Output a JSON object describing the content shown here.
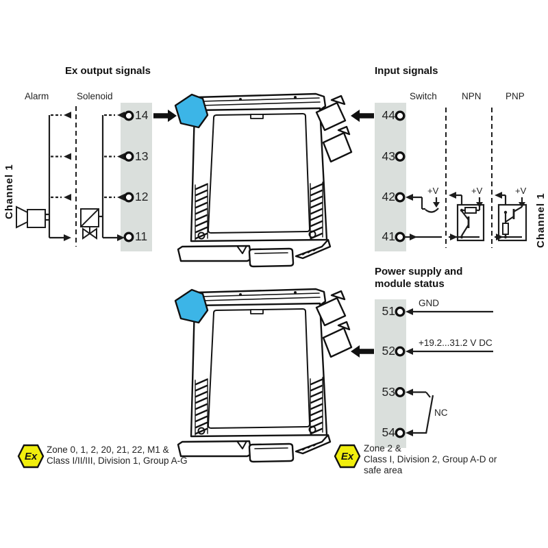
{
  "diagram": {
    "output": {
      "heading": "Ex output signals",
      "channel": "Channel 1",
      "alarm_label": "Alarm",
      "solenoid_label": "Solenoid",
      "terminals": [
        "14",
        "13",
        "12",
        "11"
      ]
    },
    "input": {
      "heading": "Input signals",
      "channel": "Channel 1",
      "columns": [
        "Switch",
        "NPN",
        "PNP"
      ],
      "terminals": [
        "44",
        "43",
        "42",
        "41"
      ],
      "supply_label": "+V"
    },
    "power": {
      "heading_line1": "Power supply and",
      "heading_line2": "module status",
      "terminals": [
        "51",
        "52",
        "53",
        "54"
      ],
      "gnd_label": "GND",
      "voltage_label": "+19.2...31.2 V DC",
      "nc_label": "NC"
    },
    "approvals": {
      "left": {
        "symbol": "Ex",
        "line1": "Zone 0, 1, 2, 20, 21, 22, M1 &",
        "line2": "Class I/II/III, Division 1, Group A-G"
      },
      "right": {
        "symbol": "Ex",
        "line1": "Zone 2 &",
        "line2": "Class I, Division 2, Group A-D or",
        "line3": "safe area"
      }
    },
    "colors": {
      "strip": "#dadfdc",
      "clip_blue": "#3cb5e7",
      "ex_yellow": "#f1ee0e",
      "line": "#1c1c1c"
    }
  }
}
